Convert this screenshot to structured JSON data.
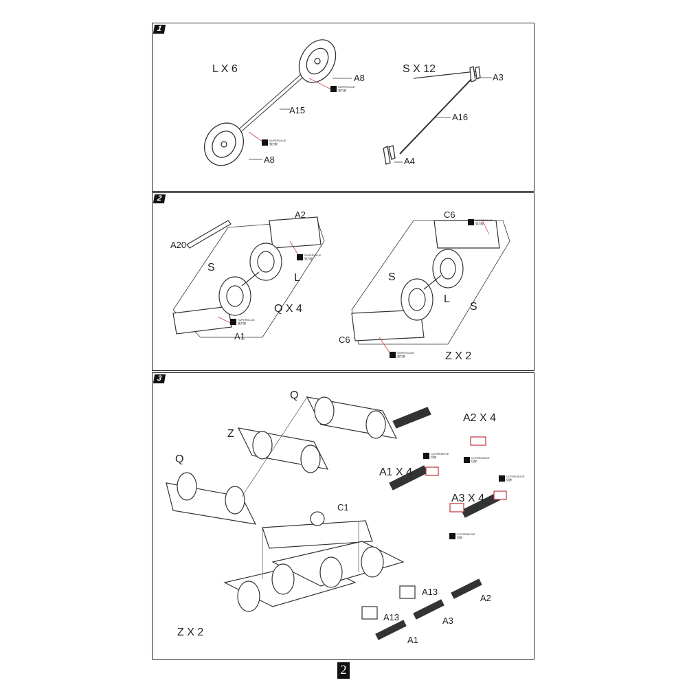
{
  "steps": [
    {
      "number": "1",
      "labels": {
        "qty_l": "L X 6",
        "a8_top": "A8",
        "a15": "A15",
        "a8_bottom": "A8",
        "qty_s": "S X 12",
        "a3": "A3",
        "a16": "A16",
        "a4": "A4"
      }
    },
    {
      "number": "2",
      "labels": {
        "a2": "A2",
        "a20": "A20",
        "s1": "S",
        "l1": "L",
        "qty_q": "Q X 4",
        "a1": "A1",
        "c6_top": "C6",
        "s2": "S",
        "l2": "L",
        "s3": "S",
        "c6_bottom": "C6",
        "qty_z": "Z X 2"
      }
    },
    {
      "number": "3",
      "labels": {
        "q_top": "Q",
        "z": "Z",
        "q_left": "Q",
        "qty_a2": "A2 X 4",
        "qty_a1": "A1 X 4",
        "qty_a3": "A3 X 4",
        "c1": "C1",
        "a13_top": "A13",
        "a13_bottom": "A13",
        "a2": "A2",
        "a3": "A3",
        "a1": "A1",
        "qty_z": "Z  X 2"
      }
    }
  ],
  "marks": {
    "glue": "SUPERGLUE",
    "glue_cn": "強力胶",
    "cut": "CUT/REMOVE",
    "cut_cn": "切除"
  },
  "page_number": "2",
  "colors": {
    "glue_line": "#d04040",
    "part_highlight": "#c0303a"
  }
}
